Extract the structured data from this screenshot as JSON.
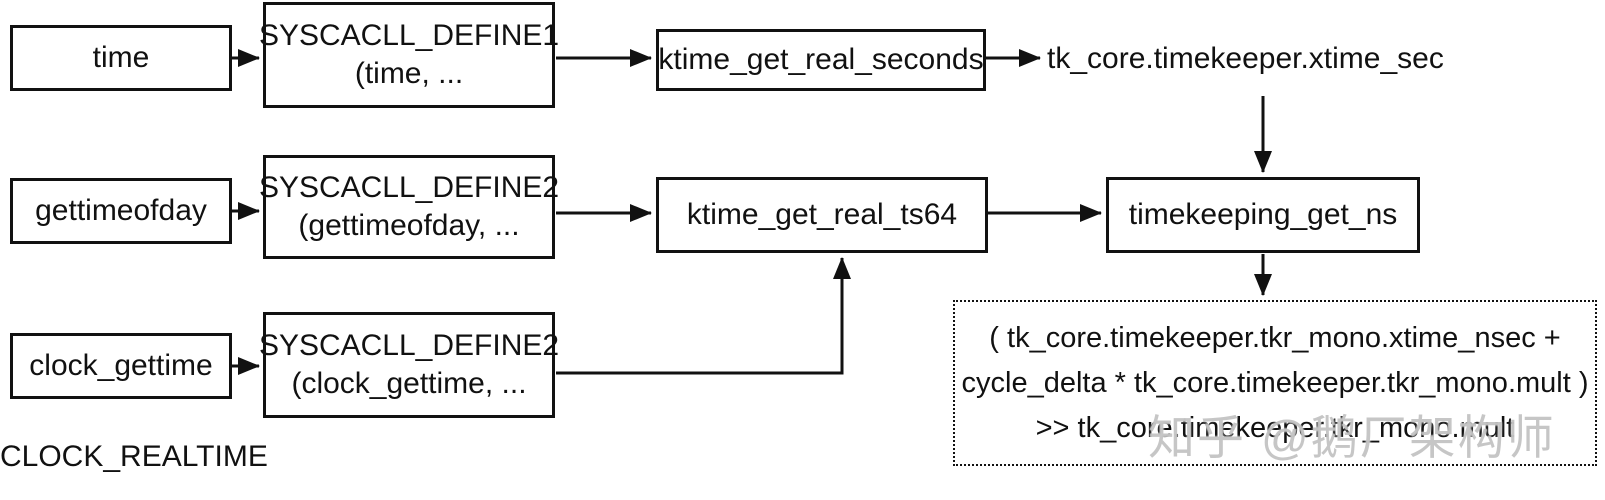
{
  "diagram": {
    "nodes": {
      "time": {
        "label": "time"
      },
      "syscall_define1_time": {
        "line1": "SYSCACLL_DEFINE1",
        "line2": "(time, ..."
      },
      "ktime_get_real_seconds": {
        "label": "ktime_get_real_seconds"
      },
      "xtime_sec": {
        "label": "tk_core.timekeeper.xtime_sec"
      },
      "gettimeofday": {
        "label": "gettimeofday"
      },
      "syscall_define2_gettimeofday": {
        "line1": "SYSCACLL_DEFINE2",
        "line2": "(gettimeofday, ..."
      },
      "ktime_get_real_ts64": {
        "label": "ktime_get_real_ts64"
      },
      "timekeeping_get_ns": {
        "label": "timekeeping_get_ns"
      },
      "clock_gettime": {
        "label": "clock_gettime"
      },
      "syscall_define2_clock_gettime": {
        "line1": "SYSCACLL_DEFINE2",
        "line2": "(clock_gettime, ..."
      },
      "formula": {
        "line1": "( tk_core.timekeeper.tkr_mono.xtime_nsec +",
        "line2": "cycle_delta * tk_core.timekeeper.tkr_mono.mult )",
        "line3": ">> tk_core.timekeeper.tkr_mono.mult"
      },
      "clock_realtime": {
        "label": "CLOCK_REALTIME"
      }
    },
    "watermark": "知乎 @鹅厂架构师",
    "colors": {
      "stroke": "#111111",
      "background": "#ffffff",
      "watermark": "#b9b9b9"
    }
  }
}
